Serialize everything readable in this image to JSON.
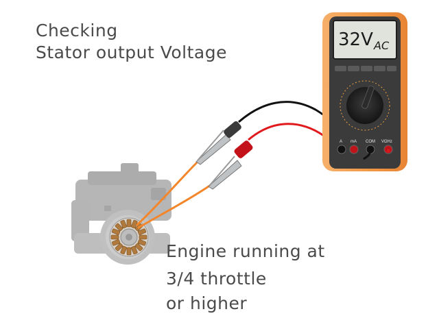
{
  "title": {
    "line1": "Checking",
    "line2": "Stator output Voltage"
  },
  "note": {
    "line1": "Engine running at",
    "line2": "3/4 throttle",
    "line3": "or higher"
  },
  "multimeter": {
    "reading_value": "32V",
    "reading_unit": "AC",
    "jack_labels": [
      "A",
      "mA",
      "COM",
      "VΩHz"
    ]
  },
  "colors": {
    "meter_body": "#f09a48",
    "lcd": "#dfe3dc",
    "black_lead": "#111111",
    "red_lead": "#e0191c",
    "engine_wire": "#f3862a",
    "engine": "#8d8d8d",
    "caption_text": "#4a4a4a"
  }
}
